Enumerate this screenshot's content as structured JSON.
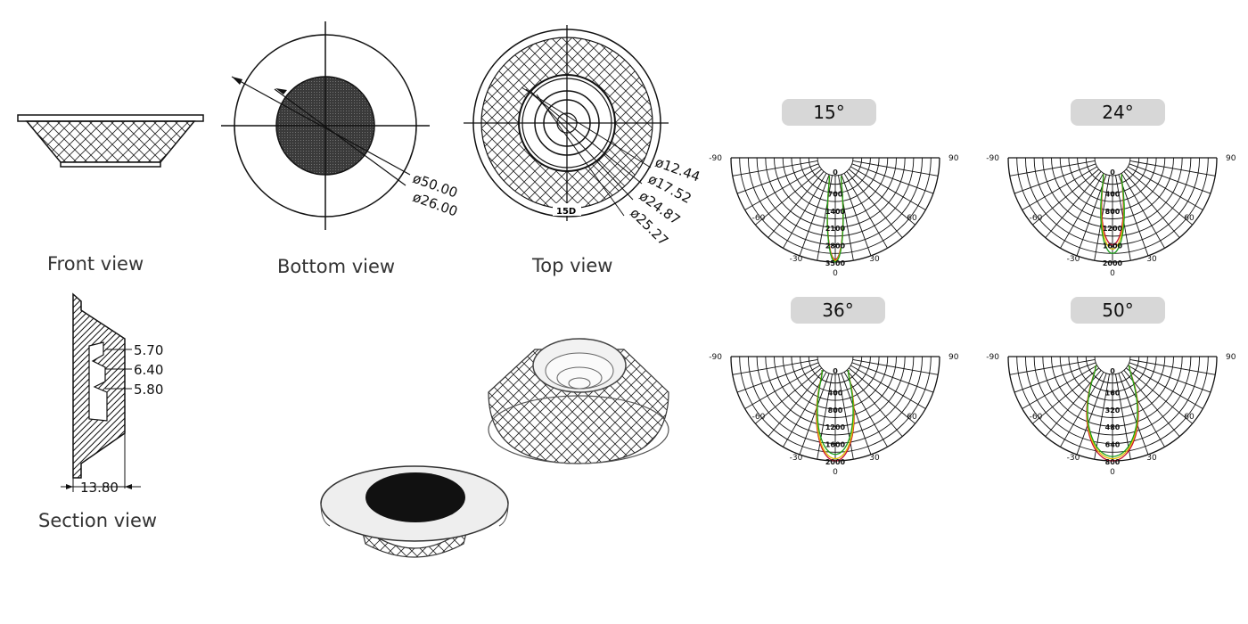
{
  "views": {
    "front": "Front view",
    "bottom": "Bottom view",
    "top": "Top view",
    "section": "Section view"
  },
  "bottom_dims": [
    "ø50.00",
    "ø26.00"
  ],
  "top_dims": [
    "ø12.44",
    "ø17.52",
    "ø24.87",
    "ø25.27"
  ],
  "top_marking": "15D",
  "section_dims": [
    "5.70",
    "6.40",
    "5.80",
    "13.80"
  ],
  "colors": {
    "red": "#c8102e",
    "yellow": "#e0c000",
    "green": "#1a9d1a",
    "grid": "#111111",
    "pill": "#d7d7d7"
  },
  "polar_charts": {
    "angle_labels": [
      "-90",
      "-60",
      "-30",
      "0",
      "30",
      "60",
      "90"
    ],
    "charts": [
      {
        "title": "15°",
        "ticks": [
          "0",
          "700",
          "1400",
          "2100",
          "2800",
          "3500"
        ]
      },
      {
        "title": "24°",
        "ticks": [
          "0",
          "400",
          "800",
          "1200",
          "1600",
          "2000"
        ]
      },
      {
        "title": "36°",
        "ticks": [
          "0",
          "400",
          "800",
          "1200",
          "1600",
          "2000"
        ]
      },
      {
        "title": "50°",
        "ticks": [
          "0",
          "160",
          "320",
          "480",
          "640",
          "800"
        ]
      }
    ]
  },
  "chart_data": [
    {
      "type": "polar",
      "title": "15°",
      "angle_range": [
        -90,
        90
      ],
      "r_range": [
        0,
        3500
      ],
      "r_ticks": [
        0,
        700,
        1400,
        2100,
        2800,
        3500
      ],
      "beam_half_angle_deg": 7.5,
      "series": [
        {
          "values": [
            3400
          ]
        },
        {
          "values": [
            3450
          ]
        },
        {
          "values": [
            3500
          ]
        }
      ]
    },
    {
      "type": "polar",
      "title": "24°",
      "angle_range": [
        -90,
        90
      ],
      "r_range": [
        0,
        2000
      ],
      "r_ticks": [
        0,
        400,
        800,
        1200,
        1600,
        2000
      ],
      "beam_half_angle_deg": 12,
      "series": [
        {
          "values": [
            1600
          ]
        },
        {
          "values": [
            1700
          ]
        },
        {
          "values": [
            1800
          ]
        }
      ]
    },
    {
      "type": "polar",
      "title": "36°",
      "angle_range": [
        -90,
        90
      ],
      "r_range": [
        0,
        2000
      ],
      "r_ticks": [
        0,
        400,
        800,
        1200,
        1600,
        2000
      ],
      "beam_half_angle_deg": 18,
      "series": [
        {
          "values": [
            2000
          ]
        },
        {
          "values": [
            1950
          ]
        },
        {
          "values": [
            1850
          ]
        }
      ]
    },
    {
      "type": "polar",
      "title": "50°",
      "angle_range": [
        -90,
        90
      ],
      "r_range": [
        0,
        800
      ],
      "r_ticks": [
        0,
        160,
        320,
        480,
        640,
        800
      ],
      "beam_half_angle_deg": 25,
      "series": [
        {
          "values": [
            800
          ]
        },
        {
          "values": [
            780
          ]
        },
        {
          "values": [
            760
          ]
        }
      ]
    }
  ]
}
